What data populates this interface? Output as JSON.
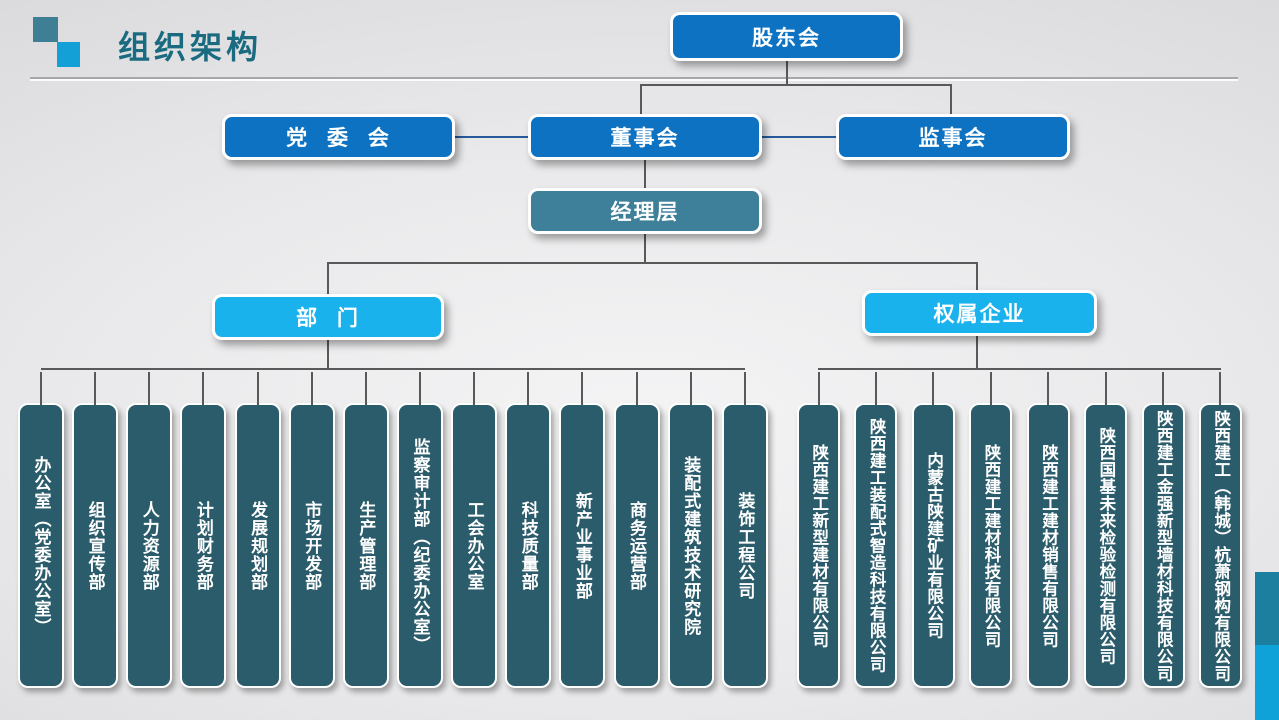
{
  "slide": {
    "title": "组织架构"
  },
  "org": {
    "root": {
      "label": "股东会"
    },
    "board_row": [
      {
        "label": "党 委 会"
      },
      {
        "label": "董事会"
      },
      {
        "label": "监事会"
      }
    ],
    "management": {
      "label": "经理层"
    },
    "groups": [
      {
        "label": "部 门",
        "children": [
          "办公室（党委办公室）",
          "组织宣传部",
          "人力资源部",
          "计划财务部",
          "发展规划部",
          "市场开发部",
          "生产管理部",
          "监察审计部（纪委办公室）",
          "工会办公室",
          "科技质量部",
          "新产业事业部",
          "商务运营部",
          "装配式建筑技术研究院",
          "装饰工程公司"
        ]
      },
      {
        "label": "权属企业",
        "children": [
          "陕西建工新型建材有限公司",
          "陕西建工装配式智造科技有限公司",
          "内蒙古陕建矿业有限公司",
          "陕西建工建材科技有限公司",
          "陕西建工建材销售有限公司",
          "陕西国基未来检验检测有限公司",
          "陕西建工金强新型墙材科技有限公司",
          "陕西建工（韩城）杭萧钢构有限公司"
        ]
      }
    ]
  },
  "colors": {
    "node_blue": "#0d72c2",
    "node_teal": "#3e8099",
    "node_cyan": "#1ab2ec",
    "column_teal": "#2b5c6b",
    "title_teal": "#1a6b80",
    "connector_gray": "#58595b",
    "connector_blue": "#275a9c",
    "accent_square_teal": "#3e7f96",
    "accent_square_blue": "#12a0d6",
    "corner_teal": "#1d7f9f",
    "corner_blue": "#0fa2d9"
  }
}
